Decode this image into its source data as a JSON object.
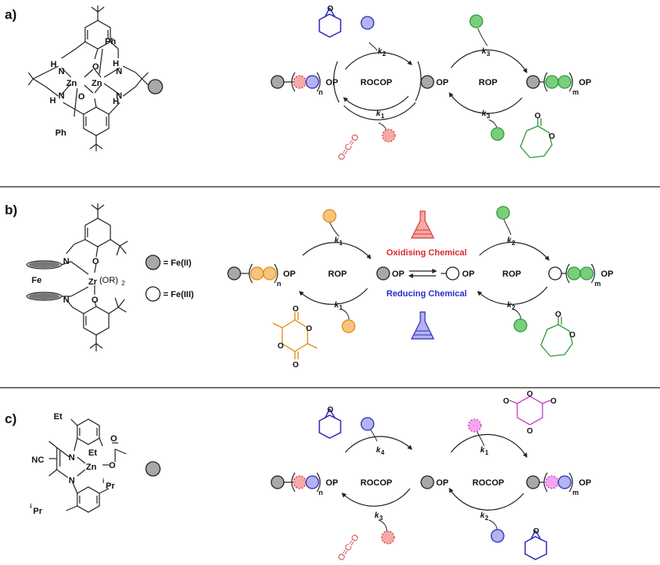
{
  "colors": {
    "gray_bead": "#a8a8a8",
    "red_bead": "#f6a9a6",
    "red_stroke": "#d43c3c",
    "blue_bead": "#b3b4f0",
    "blue_stroke": "#2b2bb8",
    "green_bead": "#79cf7d",
    "green_stroke": "#2f9a3a",
    "orange_bead": "#f6c47e",
    "orange_stroke": "#e08a12",
    "pink_bead": "#f6a4f1",
    "pink_stroke": "#c040c0",
    "red_text": "#d42a2a",
    "blue_text": "#2a2ac8"
  },
  "icons": {
    "epoxide": "cyclohexene-oxide-icon",
    "caprolactone": "caprolactone-ring-icon",
    "co2": "co2-molecule-icon",
    "lactide": "lactide-ring-icon",
    "anhydride": "diglycolic-anhydride-ring-icon",
    "flask_ox": "flask-oxidant-icon",
    "flask_red": "flask-reductant-icon"
  },
  "panels": [
    {
      "label": "a)",
      "catalyst_labels": [
        "Ph",
        "Ph",
        "H",
        "H",
        "N",
        "N",
        "N",
        "N",
        "H",
        "H",
        "Zn",
        "Zn",
        "O",
        "O"
      ],
      "cycle1": {
        "name": "ROCOP",
        "k_top": "2",
        "k_bottom": "1"
      },
      "cycle2": {
        "name": "ROP",
        "k_top": "3",
        "k_bottom": "3"
      },
      "chain_left": {
        "sub": "n",
        "end": "OP"
      },
      "chain_mid": {
        "end": "OP"
      },
      "chain_right": {
        "sub": "m",
        "end": "OP"
      },
      "co2_text": "O=C=O"
    },
    {
      "label": "b)",
      "catalyst_labels": [
        "N",
        "O",
        "Fe",
        "Zr",
        "(OR)",
        "2",
        "O",
        "N"
      ],
      "legend": [
        {
          "text": "= Fe(II)"
        },
        {
          "text": "= Fe(III)"
        }
      ],
      "cycle1": {
        "name": "ROP",
        "k_top": "1",
        "k_bottom": "1"
      },
      "cycle2": {
        "name": "ROP",
        "k_top": "2",
        "k_bottom": "2"
      },
      "chain_left": {
        "sub": "n",
        "end": "OP"
      },
      "chain_mid_left": {
        "end": "OP"
      },
      "chain_mid_right": {
        "end": "OP"
      },
      "chain_right": {
        "sub": "m",
        "end": "OP"
      },
      "oxidising": "Oxidising Chemical",
      "reducing": "Reducing Chemical"
    },
    {
      "label": "c)",
      "catalyst_labels": [
        "Et",
        "Et",
        "NC",
        "N",
        "N",
        "Zn",
        "O",
        "O",
        "i",
        "Pr",
        "i",
        "Pr"
      ],
      "cycle1": {
        "name": "ROCOP",
        "k_top": "4",
        "k_bottom": "3"
      },
      "cycle2": {
        "name": "ROCOP",
        "k_top": "1",
        "k_bottom": "2"
      },
      "chain_left": {
        "sub": "n",
        "end": "OP"
      },
      "chain_mid": {
        "end": "OP"
      },
      "chain_right": {
        "sub": "m",
        "end": "OP"
      },
      "co2_text": "O=C=O"
    }
  ]
}
